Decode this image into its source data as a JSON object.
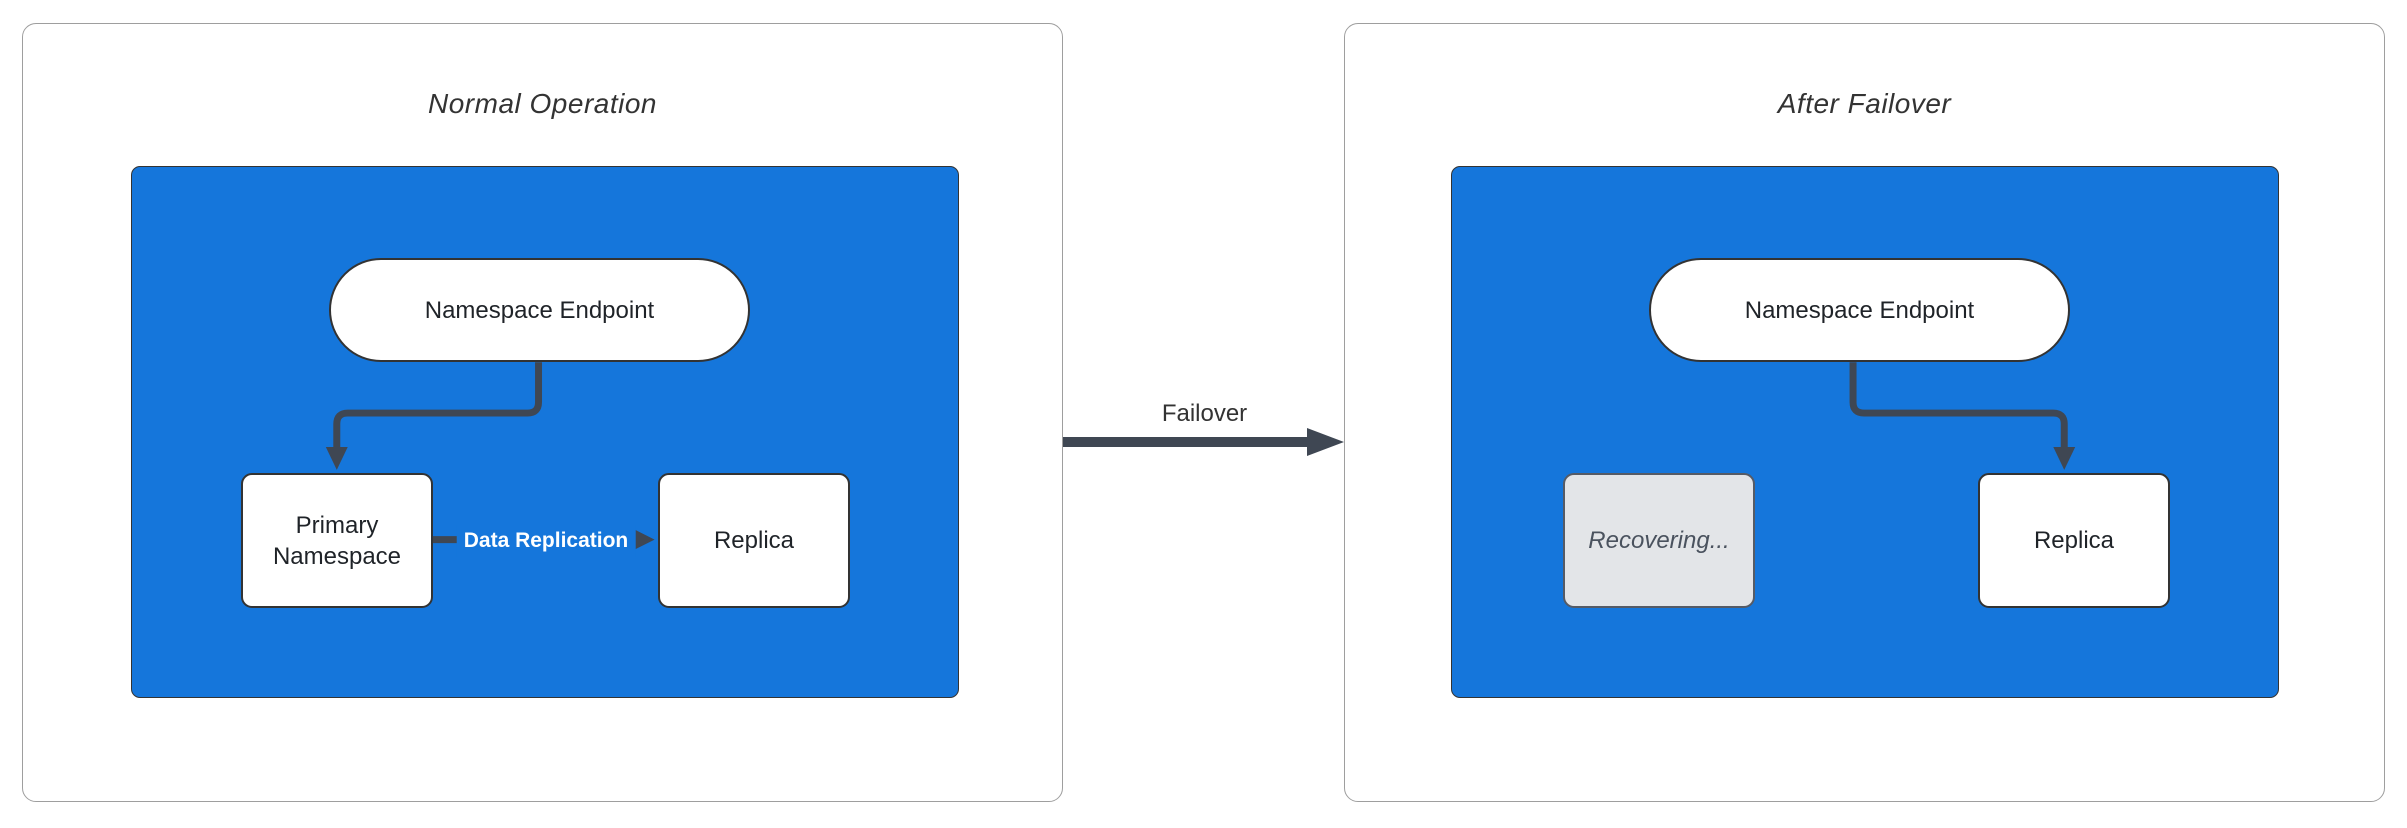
{
  "panels": {
    "left": {
      "title": "Normal Operation",
      "endpoint_label": "Namespace Endpoint",
      "primary_label": "Primary Namespace",
      "replica_label": "Replica",
      "replication_label": "Data Replication"
    },
    "right": {
      "title": "After Failover",
      "endpoint_label": "Namespace Endpoint",
      "recovering_label": "Recovering...",
      "replica_label": "Replica"
    }
  },
  "failover": {
    "label": "Failover"
  },
  "colors": {
    "cluster_fill": "#1576DB",
    "node_border": "#333333",
    "node_text": "#1F2328",
    "edge": "#3F4753",
    "panel_border": "#9E9E9E",
    "title_text": "#333333",
    "edge_label_text": "#FFFFFF",
    "recovering_fill": "#E3E5E8",
    "recovering_border": "#555B66",
    "recovering_text": "#4A525E"
  }
}
